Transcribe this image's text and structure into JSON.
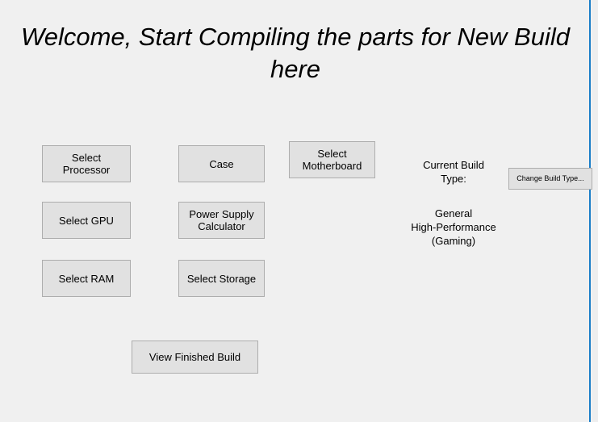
{
  "window": {
    "background_color": "#f0f0f0",
    "accent_border_color": "#1a7ec8"
  },
  "header": {
    "title": "Welcome, Start Compiling the parts for New Build here"
  },
  "buttons": {
    "select_processor": "Select\nProcessor",
    "select_gpu": "Select GPU",
    "select_ram": "Select RAM",
    "case": "Case",
    "power_supply_calculator": "Power Supply\nCalculator",
    "select_storage": "Select Storage",
    "select_motherboard": "Select\nMotherboard",
    "view_finished_build": "View Finished Build",
    "change_build_type": "Change Build Type..."
  },
  "build_info": {
    "label": "Current Build\nType:",
    "value": "General\nHigh-Performance\n(Gaming)"
  }
}
